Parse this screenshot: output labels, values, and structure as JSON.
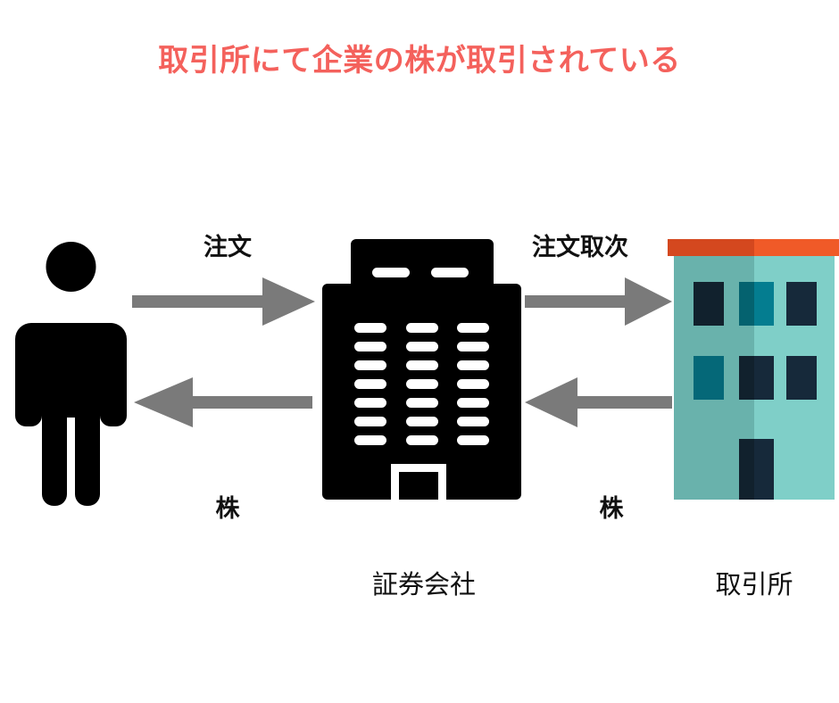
{
  "title": {
    "text": "取引所にて企業の株が取引されている",
    "color": "#f4615c"
  },
  "colors": {
    "background": "#ffffff",
    "title_accent": "#f4615c",
    "arrow_gray": "#7a7a7a",
    "silhouette_black": "#000000",
    "exchange_roof_shadow": "#d4481f",
    "exchange_roof_light": "#f05a28",
    "exchange_body_shadow": "#69b2ac",
    "exchange_body_light": "#7fcfc8",
    "window_navy_shadow": "#11212d",
    "window_navy_light": "#16293a",
    "window_teal_shadow": "#04626f",
    "window_teal_light": "#047d90",
    "label_text": "#111111"
  },
  "flow_labels": {
    "order": "注文",
    "brokerage": "注文取次",
    "stock_to_person": "株",
    "stock_to_broker": "株"
  },
  "captions": {
    "broker": "証券会社",
    "exchange": "取引所"
  },
  "nodes": [
    {
      "id": "investor",
      "icon": "person-icon",
      "caption": ""
    },
    {
      "id": "broker",
      "icon": "office-building-icon",
      "caption": "証券会社"
    },
    {
      "id": "exchange",
      "icon": "exchange-building-icon",
      "caption": "取引所"
    }
  ],
  "flows": [
    {
      "id": "order-out",
      "from": "investor",
      "to": "broker",
      "label": "注文",
      "direction": "right"
    },
    {
      "id": "stock-back",
      "from": "broker",
      "to": "investor",
      "label": "株",
      "direction": "left"
    },
    {
      "id": "brokerage-out",
      "from": "broker",
      "to": "exchange",
      "label": "注文取次",
      "direction": "right"
    },
    {
      "id": "stock-return",
      "from": "exchange",
      "to": "broker",
      "label": "株",
      "direction": "left"
    }
  ],
  "broker_building": {
    "window_rows": 7,
    "window_columns": 3,
    "tower_windows": 2
  },
  "exchange_building": {
    "window_rows": 2,
    "window_columns": 3,
    "has_door": true,
    "roof_band": true
  }
}
